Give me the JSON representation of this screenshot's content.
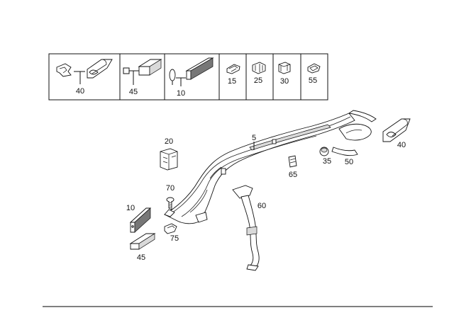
{
  "legend": {
    "cells": [
      {
        "key": "cell-40",
        "number": "40"
      },
      {
        "key": "cell-45",
        "number": "45"
      },
      {
        "key": "cell-10",
        "number": "10"
      },
      {
        "key": "cell-15",
        "number": "15"
      },
      {
        "key": "cell-25",
        "number": "25"
      },
      {
        "key": "cell-30",
        "number": "30"
      },
      {
        "key": "cell-55",
        "number": "55"
      }
    ]
  },
  "callouts": {
    "p5": "5",
    "p20": "20",
    "p40": "40",
    "p35": "35",
    "p50": "50",
    "p65": "65",
    "p70": "70",
    "p60": "60",
    "p10": "10",
    "p75": "75",
    "p45": "45"
  }
}
